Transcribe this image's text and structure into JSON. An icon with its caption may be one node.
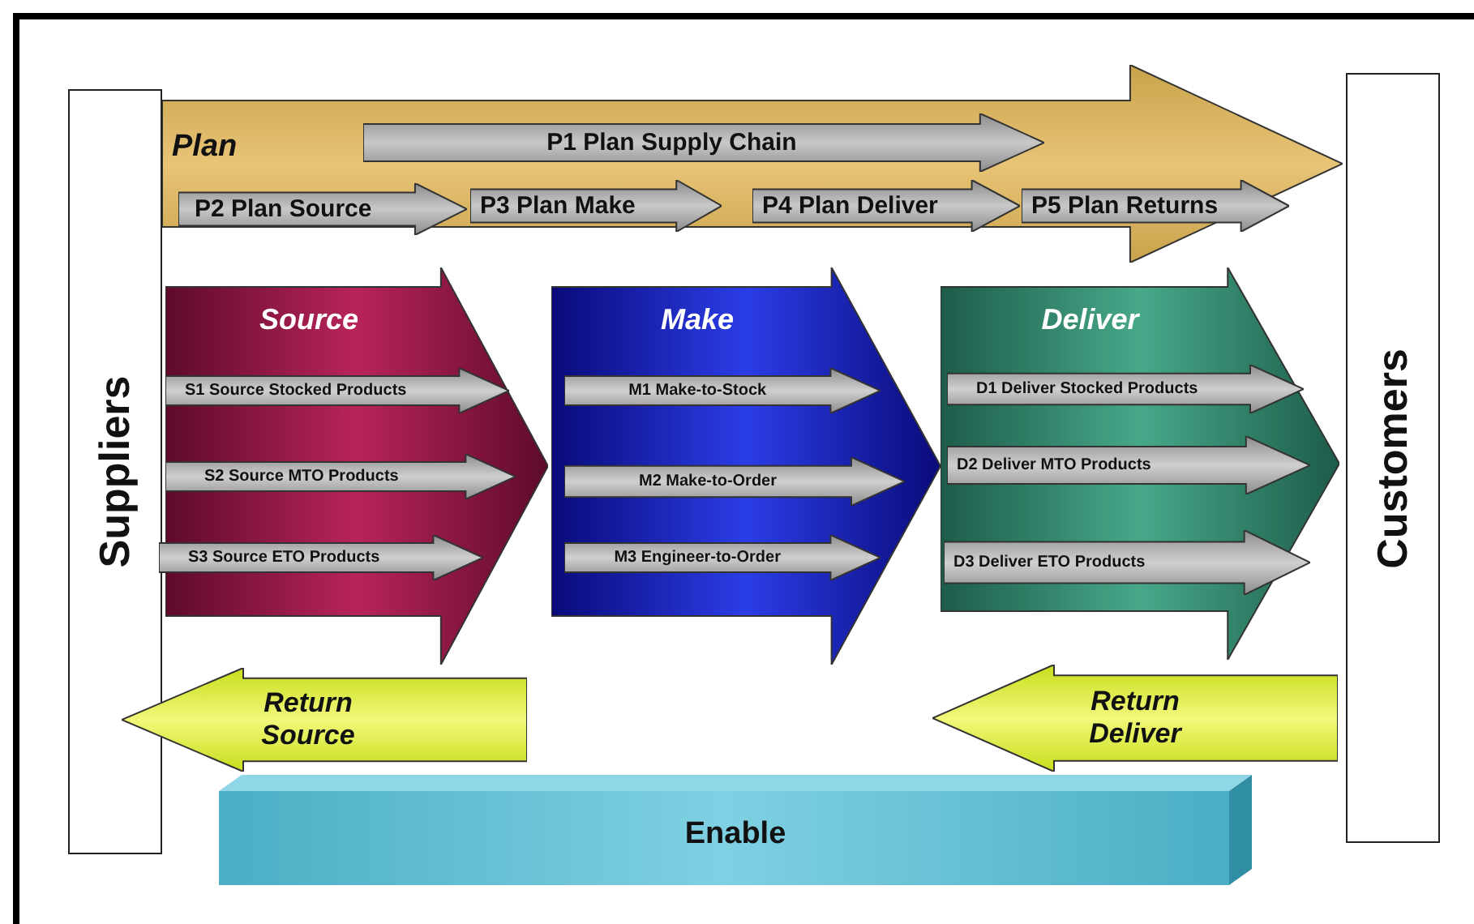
{
  "diagram": {
    "nodes": [
      {
        "text": [
          "Suppliers"
        ]
      },
      {
        "text": [
          "Customers"
        ]
      },
      {
        "text": [
          "Plan"
        ]
      },
      {
        "text": [
          "P1  Plan Supply Chain"
        ],
        "in": 2
      },
      {
        "text": [
          "P2  Plan Source"
        ],
        "in": 2
      },
      {
        "text": [
          "P3  Plan Make"
        ],
        "in": 2
      },
      {
        "text": [
          "P4  Plan Deliver"
        ],
        "in": 2
      },
      {
        "text": [
          "P5  Plan Returns"
        ],
        "in": 2
      },
      {
        "text": [
          "Source"
        ]
      },
      {
        "text": [
          "S1  Source Stocked Products"
        ],
        "in": 8
      },
      {
        "text": [
          "S2  Source MTO Products"
        ],
        "in": 8
      },
      {
        "text": [
          "S3  Source ETO Products"
        ],
        "in": 8
      },
      {
        "text": [
          "Make"
        ]
      },
      {
        "text": [
          "M1  Make-to-Stock"
        ],
        "in": 12
      },
      {
        "text": [
          "M2  Make-to-Order"
        ],
        "in": 12
      },
      {
        "text": [
          "M3  Engineer-to-Order"
        ],
        "in": 12
      },
      {
        "text": [
          "Deliver"
        ]
      },
      {
        "text": [
          "D1  Deliver Stocked Products"
        ],
        "in": 16
      },
      {
        "text": [
          "D2  Deliver MTO Products"
        ],
        "in": 16
      },
      {
        "text": [
          "D3 Deliver ETO Products"
        ],
        "in": 16
      },
      {
        "text": [
          "Return Source"
        ]
      },
      {
        "text": [
          "Return Deliver"
        ]
      },
      {
        "text": [
          "Enable"
        ]
      }
    ]
  }
}
